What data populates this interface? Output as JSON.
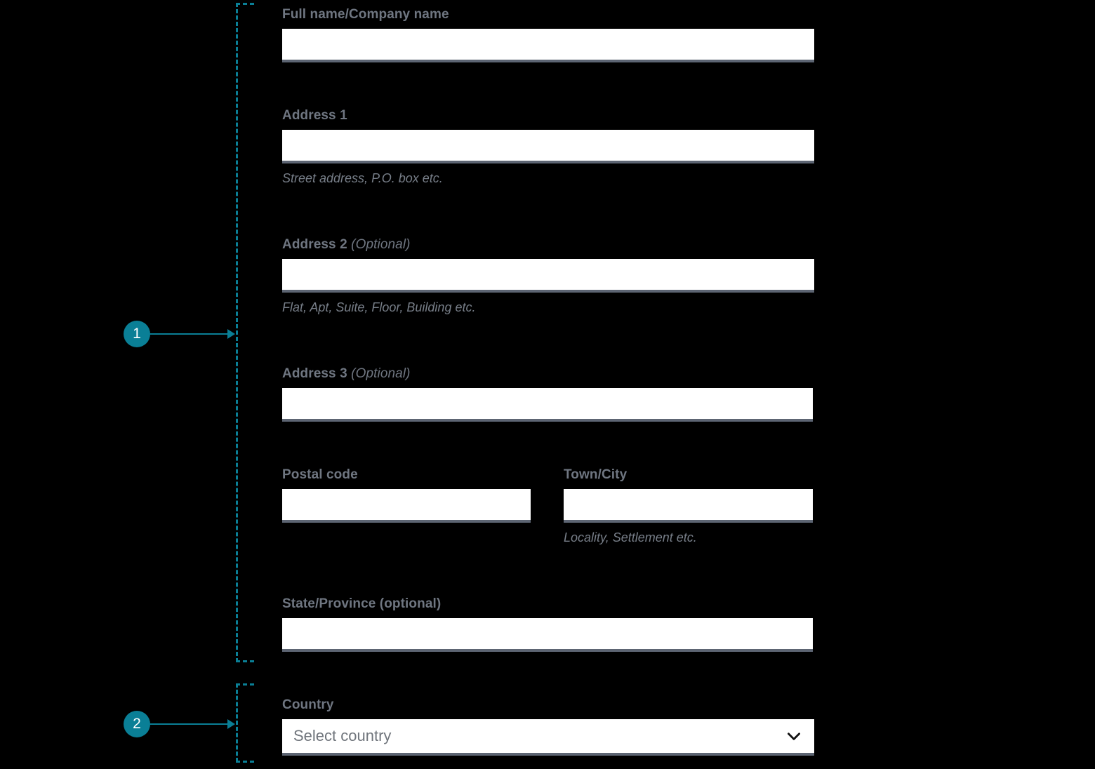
{
  "annotations": [
    {
      "id": "1",
      "number": "1"
    },
    {
      "id": "2",
      "number": "2"
    }
  ],
  "theme": {
    "accent": "#0a7f96",
    "label_color": "#6f7681",
    "hint_color": "#777e88",
    "input_underline": "#5d6573",
    "input_background": "#ffffff",
    "page_background": "#000000"
  },
  "form": {
    "fields": [
      {
        "name": "full-name",
        "label": "Full name/Company name",
        "optional_suffix": "",
        "value": "",
        "placeholder": "",
        "hint": ""
      },
      {
        "name": "address-1",
        "label": "Address 1",
        "optional_suffix": "",
        "value": "",
        "placeholder": "",
        "hint": "Street address, P.O. box etc."
      },
      {
        "name": "address-2",
        "label": "Address 2",
        "optional_suffix": "(Optional)",
        "value": "",
        "placeholder": "",
        "hint": "Flat, Apt, Suite, Floor, Building etc."
      },
      {
        "name": "address-3",
        "label": "Address 3",
        "optional_suffix": "(Optional)",
        "value": "",
        "placeholder": "",
        "hint": ""
      },
      {
        "name": "postal-code",
        "label": "Postal code",
        "optional_suffix": "",
        "value": "",
        "placeholder": "",
        "hint": ""
      },
      {
        "name": "town-city",
        "label": "Town/City",
        "optional_suffix": "",
        "value": "",
        "placeholder": "",
        "hint": "Locality, Settlement etc."
      },
      {
        "name": "state-province",
        "label": "State/Province (optional)",
        "optional_suffix": "",
        "value": "",
        "placeholder": "",
        "hint": ""
      }
    ],
    "country": {
      "label": "Country",
      "selected_text": "Select country",
      "icon": "chevron-down-icon"
    }
  }
}
